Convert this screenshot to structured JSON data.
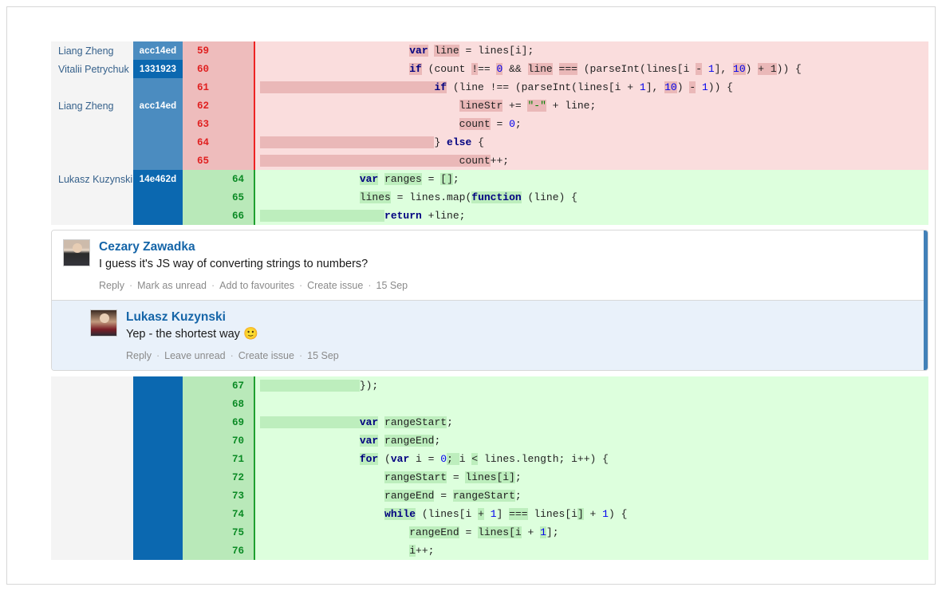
{
  "diff": {
    "blocks": [
      {
        "id": "block-top",
        "rows": [
          {
            "author": "Liang Zheng",
            "hash": "acc14ed",
            "hash_shade": "light",
            "num": "59",
            "side": "del",
            "num_align": "left",
            "code": [
              {
                "t": "                        ",
                "c": ""
              },
              {
                "t": "var",
                "c": "kw wd-del"
              },
              {
                "t": " ",
                "c": ""
              },
              {
                "t": "line",
                "c": "wd-del"
              },
              {
                "t": " = lines[i];",
                "c": ""
              }
            ]
          },
          {
            "author": "Vitalii Petrychuk",
            "hash": "1331923",
            "hash_shade": "dark",
            "num": "60",
            "side": "del",
            "num_align": "left",
            "code": [
              {
                "t": "                        ",
                "c": ""
              },
              {
                "t": "if",
                "c": "kw wd-del"
              },
              {
                "t": " (count ",
                "c": ""
              },
              {
                "t": "!",
                "c": "wd-del"
              },
              {
                "t": "== ",
                "c": ""
              },
              {
                "t": "0",
                "c": "num wd-del"
              },
              {
                "t": " && ",
                "c": ""
              },
              {
                "t": "line",
                "c": "wd-del"
              },
              {
                "t": " ",
                "c": ""
              },
              {
                "t": "===",
                "c": "wd-del"
              },
              {
                "t": " (parseInt(lines[i ",
                "c": ""
              },
              {
                "t": "-",
                "c": "wd-del"
              },
              {
                "t": " ",
                "c": ""
              },
              {
                "t": "1",
                "c": "num"
              },
              {
                "t": "], ",
                "c": ""
              },
              {
                "t": "10",
                "c": "num wd-del"
              },
              {
                "t": ") ",
                "c": ""
              },
              {
                "t": "+ 1",
                "c": "wd-del"
              },
              {
                "t": ")) {",
                "c": ""
              }
            ]
          },
          {
            "author": "",
            "hash": "",
            "hash_shade": "light",
            "num": "61",
            "side": "del",
            "num_align": "left",
            "code": [
              {
                "t": "                            ",
                "c": "wd-del"
              },
              {
                "t": "if",
                "c": "kw wd-del"
              },
              {
                "t": " (line !== (parseInt(lines[i + ",
                "c": ""
              },
              {
                "t": "1",
                "c": "num"
              },
              {
                "t": "], ",
                "c": ""
              },
              {
                "t": "10",
                "c": "num wd-del"
              },
              {
                "t": ") ",
                "c": ""
              },
              {
                "t": "-",
                "c": "wd-del"
              },
              {
                "t": " ",
                "c": ""
              },
              {
                "t": "1",
                "c": "num"
              },
              {
                "t": ")) {",
                "c": ""
              }
            ]
          },
          {
            "author": "Liang Zheng",
            "hash": "acc14ed",
            "hash_shade": "light",
            "num": "62",
            "side": "del",
            "num_align": "left",
            "code": [
              {
                "t": "                                ",
                "c": ""
              },
              {
                "t": "lineStr",
                "c": "wd-del"
              },
              {
                "t": " += ",
                "c": ""
              },
              {
                "t": "\"-\"",
                "c": "str wd-del"
              },
              {
                "t": " + line;",
                "c": ""
              }
            ]
          },
          {
            "author": "",
            "hash": "",
            "hash_shade": "light",
            "num": "63",
            "side": "del",
            "num_align": "left",
            "code": [
              {
                "t": "                                ",
                "c": ""
              },
              {
                "t": "count",
                "c": "wd-del"
              },
              {
                "t": " = ",
                "c": ""
              },
              {
                "t": "0",
                "c": "num"
              },
              {
                "t": ";",
                "c": ""
              }
            ]
          },
          {
            "author": "",
            "hash": "",
            "hash_shade": "light",
            "num": "64",
            "side": "del",
            "num_align": "left",
            "code": [
              {
                "t": "                            ",
                "c": "wd-del"
              },
              {
                "t": "} ",
                "c": ""
              },
              {
                "t": "else",
                "c": "kw"
              },
              {
                "t": " {",
                "c": ""
              }
            ]
          },
          {
            "author": "",
            "hash": "",
            "hash_shade": "light",
            "num": "65",
            "side": "del",
            "num_align": "left",
            "code": [
              {
                "t": "                                ",
                "c": "wd-del"
              },
              {
                "t": "count",
                "c": "wd-del"
              },
              {
                "t": "++;",
                "c": ""
              }
            ]
          },
          {
            "author": "Lukasz Kuzynski",
            "hash": "14e462d",
            "hash_shade": "dark",
            "num": "64",
            "side": "add",
            "num_align": "right",
            "code": [
              {
                "t": "                ",
                "c": ""
              },
              {
                "t": "var",
                "c": "kw wd-add"
              },
              {
                "t": " ",
                "c": ""
              },
              {
                "t": "ranges",
                "c": "wd-add"
              },
              {
                "t": " = ",
                "c": ""
              },
              {
                "t": "[]",
                "c": "wd-add"
              },
              {
                "t": ";",
                "c": ""
              }
            ]
          },
          {
            "author": "",
            "hash": "",
            "hash_shade": "dark",
            "num": "65",
            "side": "add",
            "num_align": "right",
            "code": [
              {
                "t": "                ",
                "c": ""
              },
              {
                "t": "lines",
                "c": "wd-add"
              },
              {
                "t": " = lines.map(",
                "c": ""
              },
              {
                "t": "function",
                "c": "kw wd-add"
              },
              {
                "t": " (line) {",
                "c": ""
              }
            ]
          },
          {
            "author": "",
            "hash": "",
            "hash_shade": "dark",
            "num": "66",
            "side": "add",
            "num_align": "right",
            "code": [
              {
                "t": "                    ",
                "c": "wd-add"
              },
              {
                "t": "return",
                "c": "kw"
              },
              {
                "t": " +line;",
                "c": ""
              }
            ]
          }
        ]
      },
      {
        "id": "block-bottom",
        "rows": [
          {
            "author": "",
            "hash": "",
            "hash_shade": "empty",
            "num": "67",
            "side": "add",
            "num_align": "right",
            "code": [
              {
                "t": "                ",
                "c": "wd-add"
              },
              {
                "t": "});",
                "c": ""
              }
            ]
          },
          {
            "author": "",
            "hash": "",
            "hash_shade": "empty",
            "num": "68",
            "side": "add",
            "num_align": "right",
            "code": [
              {
                "t": "",
                "c": ""
              }
            ]
          },
          {
            "author": "",
            "hash": "",
            "hash_shade": "empty",
            "num": "69",
            "side": "add",
            "num_align": "right",
            "code": [
              {
                "t": "                ",
                "c": "wd-add"
              },
              {
                "t": "var",
                "c": "kw wd-add"
              },
              {
                "t": " ",
                "c": ""
              },
              {
                "t": "rangeStart",
                "c": "wd-add"
              },
              {
                "t": ";",
                "c": ""
              }
            ]
          },
          {
            "author": "",
            "hash": "",
            "hash_shade": "empty",
            "num": "70",
            "side": "add",
            "num_align": "right",
            "code": [
              {
                "t": "                ",
                "c": ""
              },
              {
                "t": "var",
                "c": "kw wd-add"
              },
              {
                "t": " ",
                "c": ""
              },
              {
                "t": "rangeEnd",
                "c": "wd-add"
              },
              {
                "t": ";",
                "c": ""
              }
            ]
          },
          {
            "author": "",
            "hash": "",
            "hash_shade": "empty",
            "num": "71",
            "side": "add",
            "num_align": "right",
            "code": [
              {
                "t": "                ",
                "c": ""
              },
              {
                "t": "for",
                "c": "kw wd-add"
              },
              {
                "t": " (",
                "c": ""
              },
              {
                "t": "var",
                "c": "kw"
              },
              {
                "t": " i = ",
                "c": ""
              },
              {
                "t": "0",
                "c": "num"
              },
              {
                "t": "; ",
                "c": "wd-add"
              },
              {
                "t": "i ",
                "c": ""
              },
              {
                "t": "<",
                "c": "wd-add"
              },
              {
                "t": " lines.length; i++) {",
                "c": ""
              }
            ]
          },
          {
            "author": "",
            "hash": "",
            "hash_shade": "empty",
            "num": "72",
            "side": "add",
            "num_align": "right",
            "code": [
              {
                "t": "                    ",
                "c": ""
              },
              {
                "t": "rangeStart",
                "c": "wd-add"
              },
              {
                "t": " = ",
                "c": ""
              },
              {
                "t": "lines[i]",
                "c": "wd-add"
              },
              {
                "t": ";",
                "c": ""
              }
            ]
          },
          {
            "author": "",
            "hash": "",
            "hash_shade": "empty",
            "num": "73",
            "side": "add",
            "num_align": "right",
            "code": [
              {
                "t": "                    ",
                "c": ""
              },
              {
                "t": "rangeEnd",
                "c": "wd-add"
              },
              {
                "t": " = ",
                "c": ""
              },
              {
                "t": "rangeStart",
                "c": "wd-add"
              },
              {
                "t": ";",
                "c": ""
              }
            ]
          },
          {
            "author": "",
            "hash": "",
            "hash_shade": "empty",
            "num": "74",
            "side": "add",
            "num_align": "right",
            "code": [
              {
                "t": "                    ",
                "c": ""
              },
              {
                "t": "while",
                "c": "kw wd-add"
              },
              {
                "t": " (lines[i ",
                "c": ""
              },
              {
                "t": "+",
                "c": "wd-add"
              },
              {
                "t": " ",
                "c": ""
              },
              {
                "t": "1",
                "c": "num"
              },
              {
                "t": "] ",
                "c": ""
              },
              {
                "t": "===",
                "c": "wd-add"
              },
              {
                "t": " lines[i",
                "c": ""
              },
              {
                "t": "]",
                "c": "wd-add"
              },
              {
                "t": " + ",
                "c": ""
              },
              {
                "t": "1",
                "c": "num"
              },
              {
                "t": ") {",
                "c": ""
              }
            ]
          },
          {
            "author": "",
            "hash": "",
            "hash_shade": "empty",
            "num": "75",
            "side": "add",
            "num_align": "right",
            "code": [
              {
                "t": "                        ",
                "c": ""
              },
              {
                "t": "rangeEnd",
                "c": "wd-add"
              },
              {
                "t": " = ",
                "c": ""
              },
              {
                "t": "lines[i",
                "c": "wd-add"
              },
              {
                "t": " + ",
                "c": ""
              },
              {
                "t": "1",
                "c": "num wd-add"
              },
              {
                "t": "];",
                "c": ""
              }
            ]
          },
          {
            "author": "",
            "hash": "",
            "hash_shade": "empty",
            "num": "76",
            "side": "add",
            "num_align": "right",
            "code": [
              {
                "t": "                        ",
                "c": ""
              },
              {
                "t": "i",
                "c": "wd-add"
              },
              {
                "t": "++;",
                "c": ""
              }
            ]
          }
        ]
      }
    ]
  },
  "comments": [
    {
      "id": "comment-root",
      "author": "Cezary Zawadka",
      "text": "I guess it's JS way of converting strings to numbers?",
      "avatar": "a1",
      "actions": [
        "Reply",
        "Mark as unread",
        "Add to favourites",
        "Create issue"
      ],
      "date": "15 Sep",
      "is_reply": false
    },
    {
      "id": "comment-reply",
      "author": "Lukasz Kuzynski",
      "text": "Yep - the shortest way ",
      "emoji": "🙂",
      "avatar": "a2",
      "actions": [
        "Reply",
        "Leave unread",
        "Create issue"
      ],
      "date": "15 Sep",
      "is_reply": true
    }
  ],
  "colors": {
    "deleted_bg": "#fadddd",
    "deleted_gutter": "#eebcbc",
    "deleted_word": "#eab8b8",
    "deleted_border": "#ee2222",
    "added_bg": "#ddffdd",
    "added_gutter": "#b9e9b9",
    "added_word": "#bdeebd",
    "added_border": "#20a030",
    "hash_light": "#4b8cc0",
    "hash_dark": "#0b68b0",
    "author_bg": "#f4f4f4",
    "link_blue": "#1565a8",
    "reply_bg": "#e9f1fa",
    "comment_accent": "#4281b8"
  }
}
